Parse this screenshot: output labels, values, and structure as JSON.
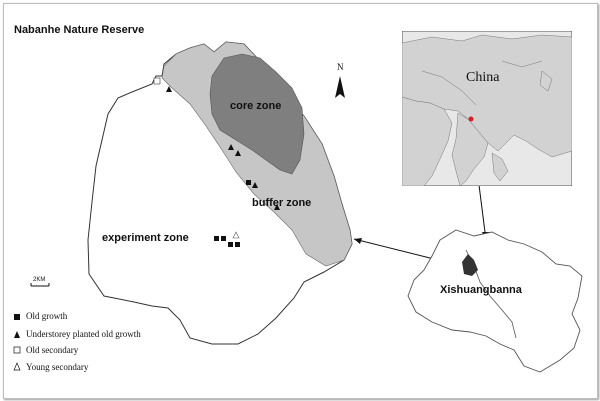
{
  "title": "Nabanhe Nature Reserve",
  "zones": {
    "core": "core zone",
    "buffer": "buffer zone",
    "experiment": "experiment zone"
  },
  "inset": {
    "country": "China",
    "region": "Xishuangbanna"
  },
  "north": "N",
  "scale": "2KM",
  "legend": [
    {
      "symbol": "filled-square",
      "label": "Old growth"
    },
    {
      "symbol": "filled-triangle",
      "label": "Understorey planted old growth"
    },
    {
      "symbol": "open-square",
      "label": "Old secondary"
    },
    {
      "symbol": "open-triangle",
      "label": "Young secondary"
    }
  ],
  "colors": {
    "core": "#7f7f7f",
    "buffer": "#c6c6c6",
    "experiment": "#ffffff",
    "land": "#d2d2d2",
    "outline": "#333333"
  }
}
